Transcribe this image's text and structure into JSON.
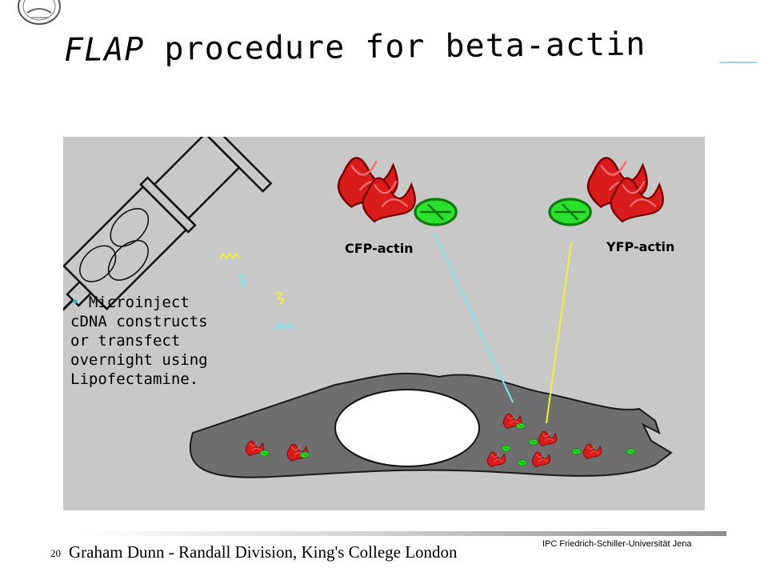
{
  "slide": {
    "title_italic": "FLAP",
    "title_rest": "procedure for beta-actin",
    "page_number": "20",
    "author_line": "Graham Dunn  - Randall Division, King's College London",
    "institute": "IPC Friedrich-Schiller-Universität  Jena"
  },
  "figure": {
    "labels": {
      "cfp": "CFP-actin",
      "yfp": "YFP-actin"
    },
    "caption_bullet": "•",
    "caption_lines": [
      "Microinject",
      "cDNA constructs",
      "or transfect",
      "overnight using",
      "Lipofectamine."
    ]
  },
  "colors": {
    "panel_bg": "#c8c8c8",
    "cell_fill": "#6e6e6e",
    "actin_red": "#d81c1c",
    "fluorescent_green": "#2ee02e",
    "cfp_line": "#7fe3f0",
    "yfp_line": "#f2f03a"
  }
}
